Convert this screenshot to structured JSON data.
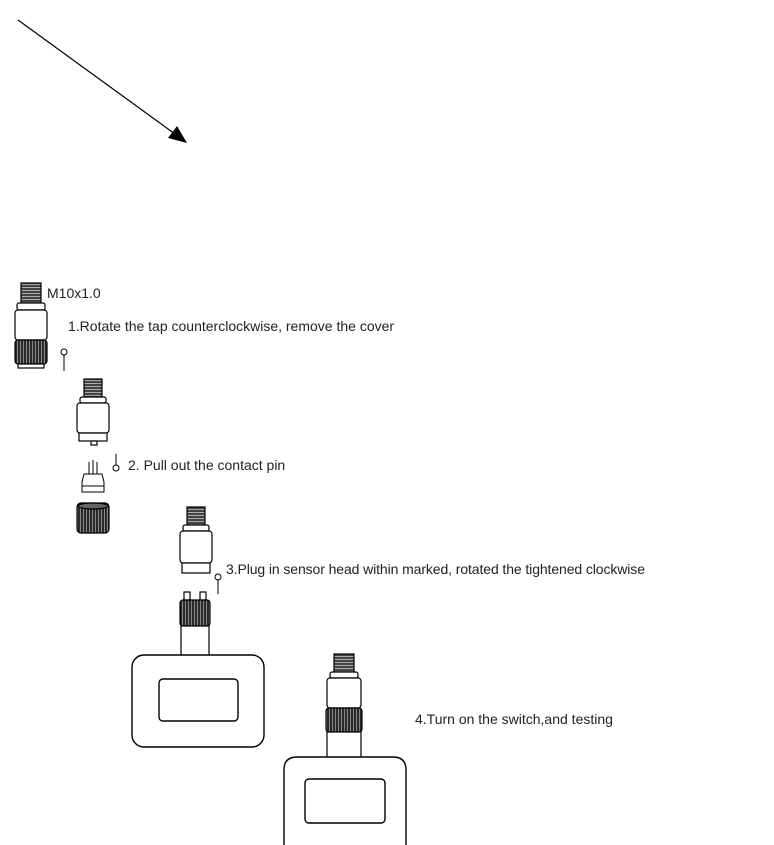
{
  "thread_label": "M10x1.0",
  "steps": [
    "1.Rotate the tap counterclockwise, remove the cover",
    "2. Pull out the contact pin",
    "3.Plug in sensor head within marked, rotated the tightened clockwise",
    "4.Turn on the switch,and testing"
  ],
  "colors": {
    "line": "#000000",
    "part_fill": "#ffffff",
    "knurl": "#2a2a2a",
    "label": "#222222"
  }
}
